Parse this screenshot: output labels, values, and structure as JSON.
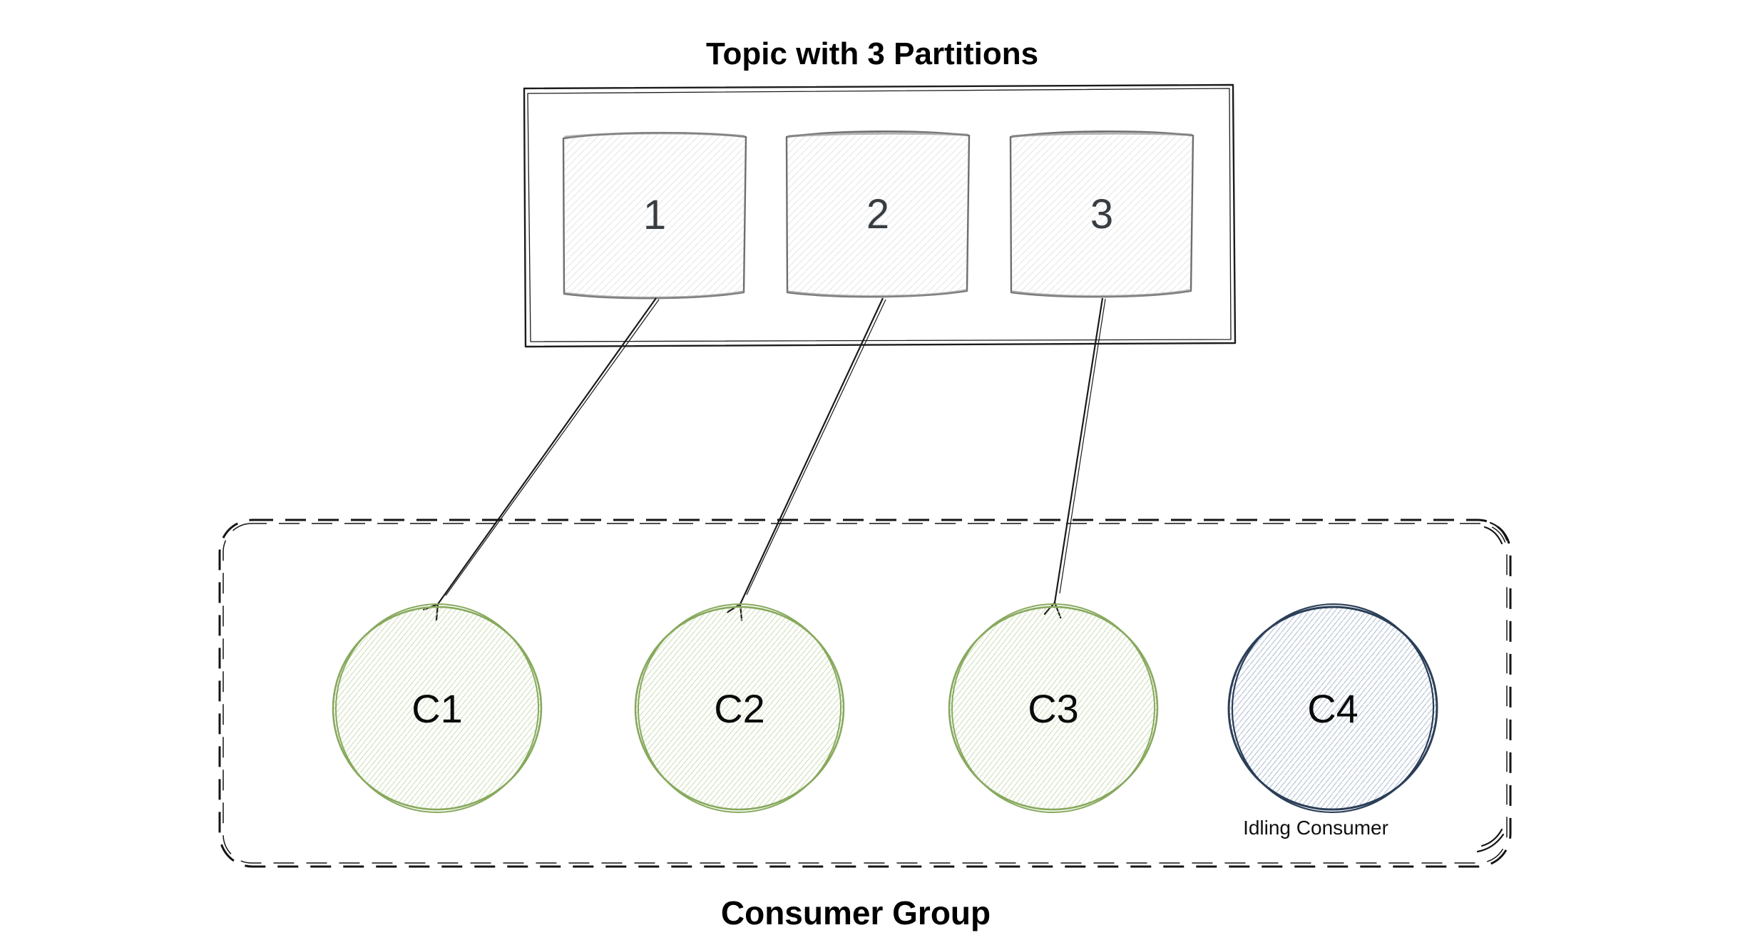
{
  "title": "Topic with 3 Partitions",
  "topic": {
    "partitions": [
      {
        "label": "1"
      },
      {
        "label": "2"
      },
      {
        "label": "3"
      }
    ]
  },
  "consumer_group": {
    "label": "Consumer Group",
    "consumers": [
      {
        "label": "C1",
        "state": "active"
      },
      {
        "label": "C2",
        "state": "active"
      },
      {
        "label": "C3",
        "state": "active"
      },
      {
        "label": "C4",
        "state": "idle",
        "note": "Idling Consumer"
      }
    ]
  },
  "assignments": [
    {
      "from": "Partition 1",
      "to": "C1"
    },
    {
      "from": "Partition 2",
      "to": "C2"
    },
    {
      "from": "Partition 3",
      "to": "C3"
    }
  ],
  "colors": {
    "active_consumer": "#87a95d",
    "active_hatch": "#cbdcb4",
    "idle_consumer": "#2b3e58",
    "idle_hatch": "#b7c3d5",
    "partition_stroke": "#6e6e6e",
    "partition_hatch": "#e8e8e8",
    "line": "#1a1a1a",
    "text": "#000000"
  }
}
